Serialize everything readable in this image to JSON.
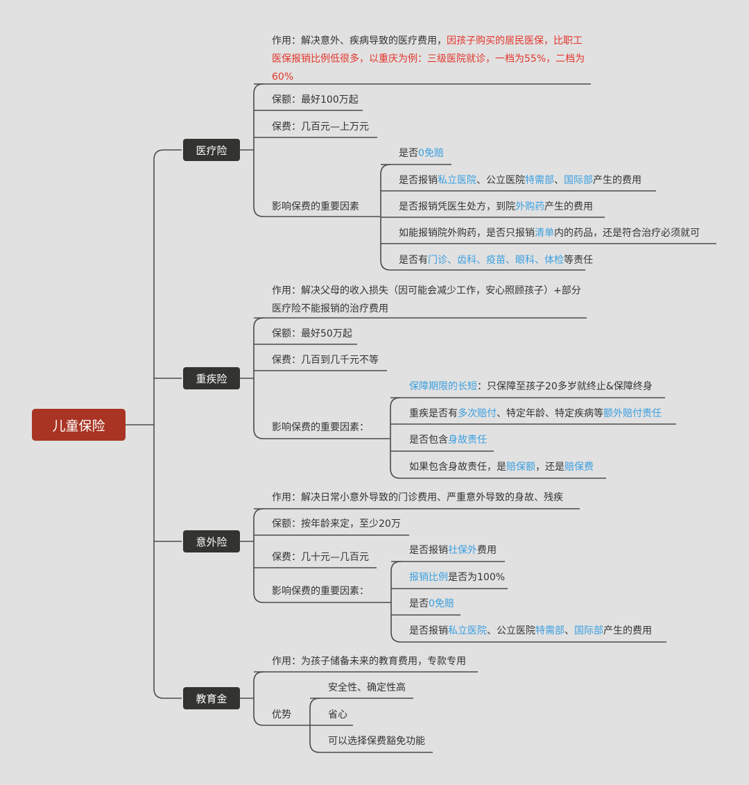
{
  "root": "儿童保险",
  "branches": [
    {
      "label": "医疗险",
      "items": [
        {
          "segs": [
            {
              "t": "作用：解决意外、疾病导致的医疗费用，",
              "c": ""
            },
            {
              "t": "因孩子购买的居民医保，比职工医保报销比例低很多，以重庆为例：三级医院就诊，一档为55%，二档为60%",
              "c": "red"
            }
          ]
        },
        {
          "segs": [
            {
              "t": "保额：最好100万起",
              "c": ""
            }
          ]
        },
        {
          "segs": [
            {
              "t": "保费：几百元—上万元",
              "c": ""
            }
          ]
        },
        {
          "segs": [
            {
              "t": "影响保费的重要因素",
              "c": ""
            }
          ]
        }
      ],
      "factors": [
        {
          "segs": [
            {
              "t": "是否",
              "c": ""
            },
            {
              "t": "0免赔",
              "c": "hl"
            }
          ]
        },
        {
          "segs": [
            {
              "t": "是否报销",
              "c": ""
            },
            {
              "t": "私立医院",
              "c": "hl"
            },
            {
              "t": "、公立医院",
              "c": ""
            },
            {
              "t": "特需部",
              "c": "hl"
            },
            {
              "t": "、",
              "c": ""
            },
            {
              "t": "国际部",
              "c": "hl"
            },
            {
              "t": "产生的费用",
              "c": ""
            }
          ]
        },
        {
          "segs": [
            {
              "t": "是否报销凭医生处方，到院",
              "c": ""
            },
            {
              "t": "外购药",
              "c": "hl"
            },
            {
              "t": "产生的费用",
              "c": ""
            }
          ]
        },
        {
          "segs": [
            {
              "t": "如能报销院外购药，是否只报销",
              "c": ""
            },
            {
              "t": "清单",
              "c": "hl"
            },
            {
              "t": "内的药品，还是符合治疗必须就可",
              "c": ""
            }
          ]
        },
        {
          "segs": [
            {
              "t": "是否有",
              "c": ""
            },
            {
              "t": "门诊、齿科、疫苗、眼科、体检",
              "c": "hl"
            },
            {
              "t": "等责任",
              "c": ""
            }
          ]
        }
      ]
    },
    {
      "label": "重疾险",
      "items": [
        {
          "segs": [
            {
              "t": "作用：解决父母的收入损失（因可能会减少工作，安心照顾孩子）+部分医疗险不能报销的治疗费用",
              "c": ""
            }
          ]
        },
        {
          "segs": [
            {
              "t": "保额：最好50万起",
              "c": ""
            }
          ]
        },
        {
          "segs": [
            {
              "t": "保费：几百到几千元不等",
              "c": ""
            }
          ]
        },
        {
          "segs": [
            {
              "t": "影响保费的重要因素：",
              "c": ""
            }
          ]
        }
      ],
      "factors": [
        {
          "segs": [
            {
              "t": "保障期限的长短",
              "c": "hl"
            },
            {
              "t": "：只保障至孩子20多岁就终止&保障终身",
              "c": ""
            }
          ]
        },
        {
          "segs": [
            {
              "t": "重疾是否有",
              "c": ""
            },
            {
              "t": "多次赔付",
              "c": "hl"
            },
            {
              "t": "、特定年龄、特定疾病等",
              "c": ""
            },
            {
              "t": "额外赔付责任",
              "c": "hl"
            }
          ]
        },
        {
          "segs": [
            {
              "t": "是否包含",
              "c": ""
            },
            {
              "t": "身故责任",
              "c": "hl"
            }
          ]
        },
        {
          "segs": [
            {
              "t": "如果包含身故责任，是",
              "c": ""
            },
            {
              "t": "赔保额",
              "c": "hl"
            },
            {
              "t": "，还是",
              "c": ""
            },
            {
              "t": "赔保费",
              "c": "hl"
            }
          ]
        }
      ]
    },
    {
      "label": "意外险",
      "items": [
        {
          "segs": [
            {
              "t": "作用：解决日常小意外导致的门诊费用、严重意外导致的身故、残疾",
              "c": ""
            }
          ]
        },
        {
          "segs": [
            {
              "t": "保额：按年龄来定，至少20万",
              "c": ""
            }
          ]
        },
        {
          "segs": [
            {
              "t": "保费：几十元—几百元",
              "c": ""
            }
          ]
        },
        {
          "segs": [
            {
              "t": "影响保费的重要因素：",
              "c": ""
            }
          ]
        }
      ],
      "factors": [
        {
          "segs": [
            {
              "t": "是否报销",
              "c": ""
            },
            {
              "t": "社保外",
              "c": "hl"
            },
            {
              "t": "费用",
              "c": ""
            }
          ]
        },
        {
          "segs": [
            {
              "t": "报销比例",
              "c": "hl"
            },
            {
              "t": "是否为100%",
              "c": ""
            }
          ]
        },
        {
          "segs": [
            {
              "t": "是否",
              "c": ""
            },
            {
              "t": "0免赔",
              "c": "hl"
            }
          ]
        },
        {
          "segs": [
            {
              "t": "是否报销",
              "c": ""
            },
            {
              "t": "私立医院",
              "c": "hl"
            },
            {
              "t": "、公立医院",
              "c": ""
            },
            {
              "t": "特需部",
              "c": "hl"
            },
            {
              "t": "、",
              "c": ""
            },
            {
              "t": "国际部",
              "c": "hl"
            },
            {
              "t": "产生的费用",
              "c": ""
            }
          ]
        }
      ]
    },
    {
      "label": "教育金",
      "items": [
        {
          "segs": [
            {
              "t": "作用：为孩子储备未来的教育费用，专款专用",
              "c": ""
            }
          ]
        },
        {
          "segs": [
            {
              "t": "优势",
              "c": ""
            }
          ]
        }
      ],
      "factors": [
        {
          "segs": [
            {
              "t": "安全性、确定性高",
              "c": ""
            }
          ]
        },
        {
          "segs": [
            {
              "t": "省心",
              "c": ""
            }
          ]
        },
        {
          "segs": [
            {
              "t": "可以选择保费豁免功能",
              "c": ""
            }
          ]
        }
      ]
    }
  ],
  "colors": {
    "root": "#a93424",
    "branch": "#33332f",
    "line": "#4a4a4a",
    "highlight": "#3b9fe0",
    "warning": "#e2352b"
  }
}
